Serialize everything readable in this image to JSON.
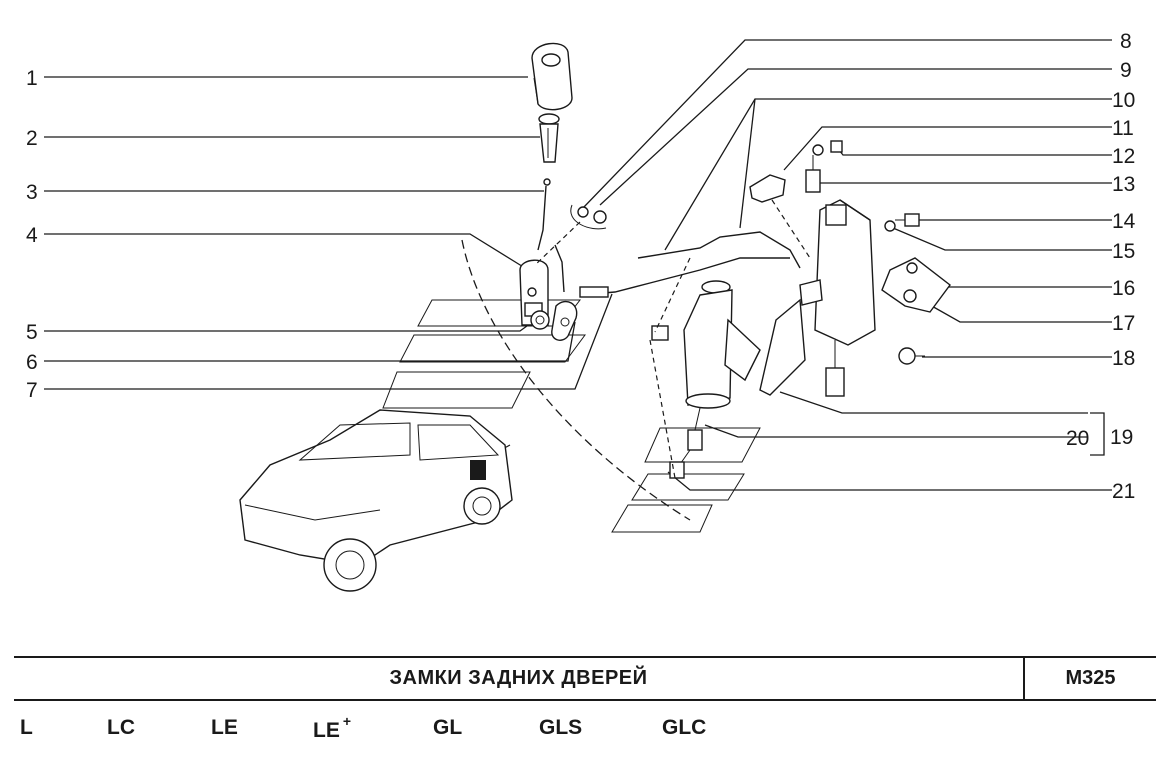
{
  "callouts": [
    {
      "id": "1",
      "label": "1"
    },
    {
      "id": "2",
      "label": "2"
    },
    {
      "id": "3",
      "label": "3"
    },
    {
      "id": "4",
      "label": "4"
    },
    {
      "id": "5",
      "label": "5"
    },
    {
      "id": "6",
      "label": "6"
    },
    {
      "id": "7",
      "label": "7"
    },
    {
      "id": "8",
      "label": "8"
    },
    {
      "id": "9",
      "label": "9"
    },
    {
      "id": "10",
      "label": "10"
    },
    {
      "id": "11",
      "label": "11"
    },
    {
      "id": "12",
      "label": "12"
    },
    {
      "id": "13",
      "label": "13"
    },
    {
      "id": "14",
      "label": "14"
    },
    {
      "id": "15",
      "label": "15"
    },
    {
      "id": "16",
      "label": "16"
    },
    {
      "id": "17",
      "label": "17"
    },
    {
      "id": "18",
      "label": "18"
    },
    {
      "id": "19",
      "label": "19"
    },
    {
      "id": "20",
      "label": "20"
    },
    {
      "id": "21",
      "label": "21"
    }
  ],
  "title_block": {
    "title": "ЗАМКИ  ЗАДНИХ  ДВЕРЕЙ",
    "code": "M325"
  },
  "variants": {
    "l": "L",
    "lc": "LC",
    "le": "LE",
    "le_plus": "LE",
    "le_plus_mark": "+",
    "gl": "GL",
    "gls": "GLS",
    "glc": "GLC"
  }
}
